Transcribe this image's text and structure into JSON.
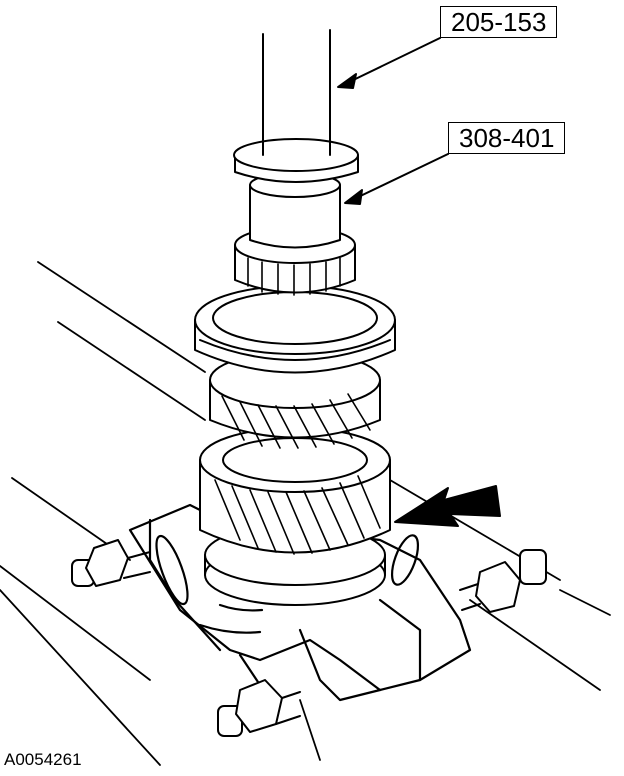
{
  "callouts": {
    "tool_1": "205-153",
    "tool_2": "308-401"
  },
  "figure_id": "A0054261",
  "colors": {
    "line": "#000000",
    "background": "#ffffff"
  }
}
